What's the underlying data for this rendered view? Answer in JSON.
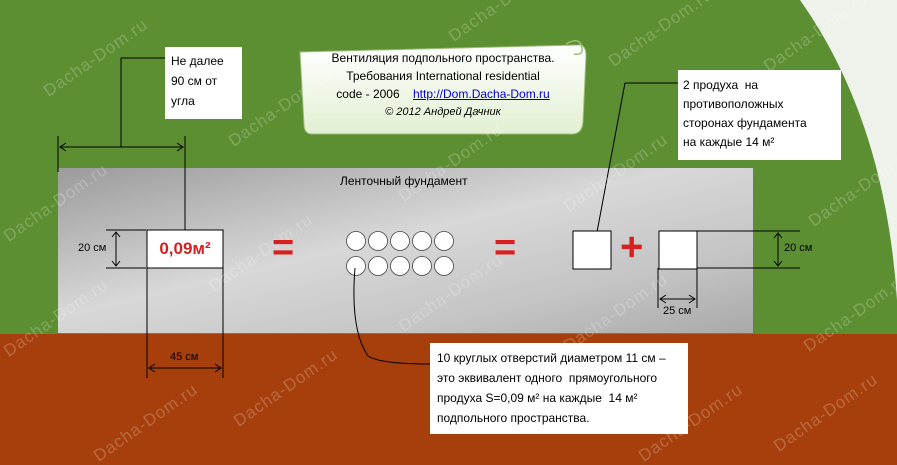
{
  "title_box": {
    "line1": "Вентиляция подпольного пространства.",
    "line2": "Требования International residential",
    "line3_prefix": "code - 2006",
    "link": "http://Dom.Dacha-Dom.ru",
    "copyright": "© 2012 Андрей Дачник"
  },
  "distance_note": [
    "Не далее",
    "90 см от",
    "угла"
  ],
  "foundation_label": "Ленточный фундамент",
  "vent_area": "0,09м²",
  "equals_sign": "=",
  "plus_sign": "+",
  "right_note": [
    "2 продуха  на",
    "противоположных",
    "сторонах фундамента",
    "на каждые 14 м²"
  ],
  "bottom_note": [
    "10 круглых отверстий диаметром 11 см –",
    "это эквивалент одного  прямоугольного",
    "продуха S=0,09 м² на каждые  14 м²",
    "подпольного пространства."
  ],
  "dims": {
    "left_height": "20 см",
    "left_width": "45 см",
    "right_height": "20 см",
    "right_width": "25 см"
  },
  "watermark": "Dacha-Dom.ru",
  "colors": {
    "green": "#5c8f32",
    "soil": "#a63f0b",
    "foundation": "#bdbdbd",
    "red": "#d81f1f",
    "link": "#0000cc"
  }
}
